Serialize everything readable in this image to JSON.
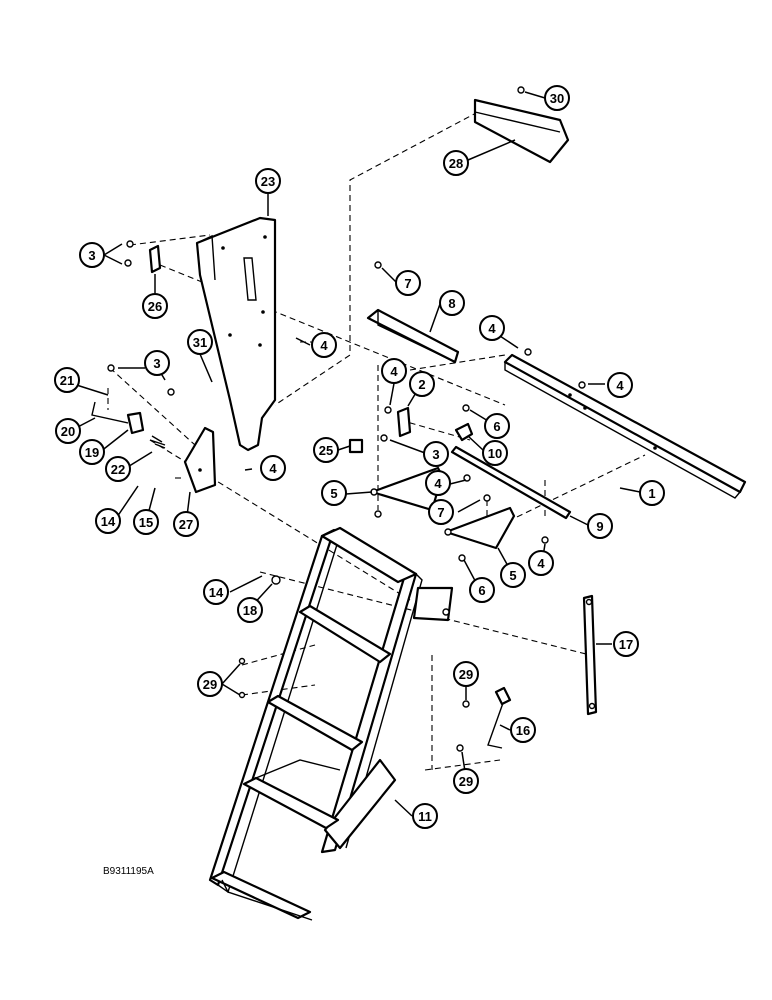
{
  "figure_code": "B9311195A",
  "callouts": [
    {
      "id": "c30",
      "label": "30"
    },
    {
      "id": "c28",
      "label": "28"
    },
    {
      "id": "c23",
      "label": "23"
    },
    {
      "id": "c3a",
      "label": "3"
    },
    {
      "id": "c26",
      "label": "26"
    },
    {
      "id": "c7a",
      "label": "7"
    },
    {
      "id": "c8",
      "label": "8"
    },
    {
      "id": "c4a",
      "label": "4"
    },
    {
      "id": "c4b",
      "label": "4"
    },
    {
      "id": "c31",
      "label": "31"
    },
    {
      "id": "c3b",
      "label": "3"
    },
    {
      "id": "c21",
      "label": "21"
    },
    {
      "id": "c4c",
      "label": "4"
    },
    {
      "id": "c2",
      "label": "2"
    },
    {
      "id": "c4d",
      "label": "4"
    },
    {
      "id": "c6a",
      "label": "6"
    },
    {
      "id": "c20",
      "label": "20"
    },
    {
      "id": "c19",
      "label": "19"
    },
    {
      "id": "c22",
      "label": "22"
    },
    {
      "id": "c25",
      "label": "25"
    },
    {
      "id": "c3c",
      "label": "3"
    },
    {
      "id": "c10",
      "label": "10"
    },
    {
      "id": "c4e",
      "label": "4"
    },
    {
      "id": "c4f",
      "label": "4"
    },
    {
      "id": "c1",
      "label": "1"
    },
    {
      "id": "c5a",
      "label": "5"
    },
    {
      "id": "c7b",
      "label": "7"
    },
    {
      "id": "c14a",
      "label": "14"
    },
    {
      "id": "c15",
      "label": "15"
    },
    {
      "id": "c27",
      "label": "27"
    },
    {
      "id": "c9",
      "label": "9"
    },
    {
      "id": "c4g",
      "label": "4"
    },
    {
      "id": "c5b",
      "label": "5"
    },
    {
      "id": "c6b",
      "label": "6"
    },
    {
      "id": "c14b",
      "label": "14"
    },
    {
      "id": "c18",
      "label": "18"
    },
    {
      "id": "c17",
      "label": "17"
    },
    {
      "id": "c29a",
      "label": "29"
    },
    {
      "id": "c29b",
      "label": "29"
    },
    {
      "id": "c16",
      "label": "16"
    },
    {
      "id": "c29c",
      "label": "29"
    },
    {
      "id": "c11",
      "label": "11"
    }
  ]
}
